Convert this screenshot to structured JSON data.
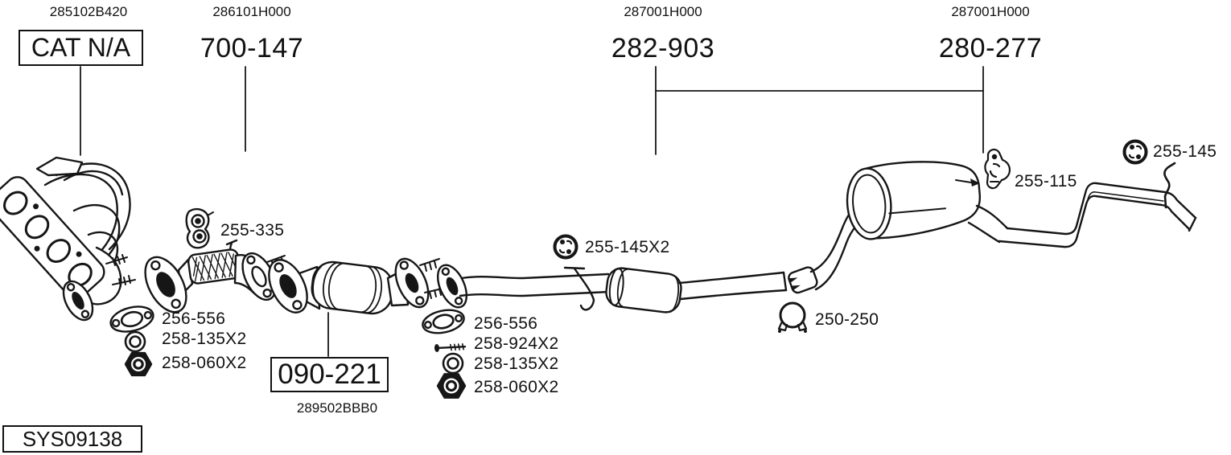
{
  "diagram": {
    "id_box": "SYS09138",
    "line_color": "#161616",
    "background": "#ffffff",
    "assemblies": [
      {
        "oem": "285102B420",
        "code": "CAT N/A",
        "boxed": true,
        "icon": "exhaust-manifold"
      },
      {
        "oem": "286101H000",
        "code": "700-147",
        "boxed": false,
        "icon": "flex-front-pipe"
      },
      {
        "oem": "287001H000",
        "code": "282-903",
        "boxed": false,
        "icon": "middle-pipe-resonator"
      },
      {
        "oem": "287001H000",
        "code": "280-277",
        "boxed": false,
        "icon": "rear-muffler"
      }
    ],
    "boxed_part": {
      "code": "090-221",
      "oem": "289502BBB0",
      "icon": "catalytic-converter"
    },
    "hardware_left": [
      {
        "icon": "gasket-icon",
        "code": "256-556"
      },
      {
        "icon": "washer-icon",
        "code": "258-135X2"
      },
      {
        "icon": "nut-icon",
        "code": "258-060X2"
      }
    ],
    "hardware_mid": [
      {
        "icon": "gasket-icon",
        "code": "256-556"
      },
      {
        "icon": "bolt-icon",
        "code": "258-924X2"
      },
      {
        "icon": "washer-icon",
        "code": "258-135X2"
      },
      {
        "icon": "nut-icon",
        "code": "258-060X2"
      }
    ],
    "hangers": [
      {
        "icon": "rubber-hanger-icon",
        "code": "255-335"
      },
      {
        "icon": "round-mount-icon",
        "code": "255-145X2"
      },
      {
        "icon": "clamp-icon",
        "code": "250-250"
      },
      {
        "icon": "bracket-icon",
        "code": "255-115"
      },
      {
        "icon": "round-mount-icon",
        "code": "255-145"
      }
    ]
  }
}
